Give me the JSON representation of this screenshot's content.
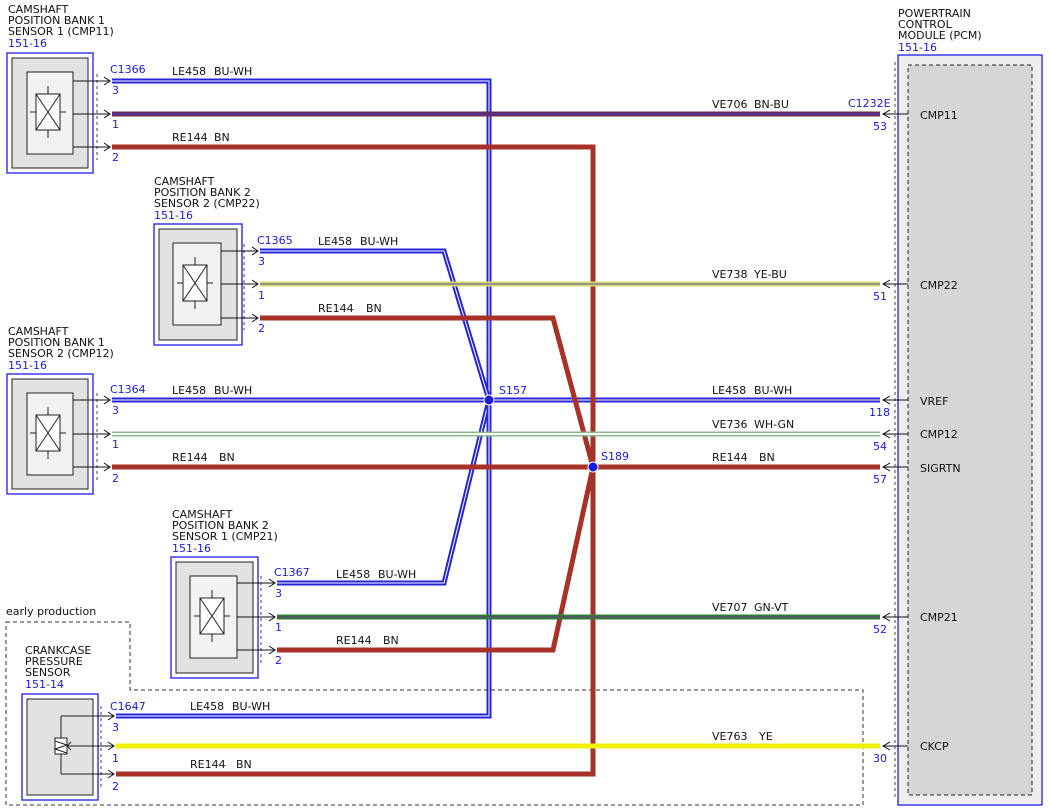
{
  "colors": {
    "blue_wire": "#2424d8",
    "purple_wire": "#6b2a52",
    "brown_wire": "#a83228",
    "yellow_wire": "#f0f000",
    "yellow_blue_wire": "#d8d860",
    "green_wire": "#2e7d32",
    "whitegreen_wire": "#88b888",
    "label_blue": "#1a1ae0",
    "splice": "#1a1ae0"
  },
  "sensors": {
    "cmp11": {
      "title_lines": [
        "CAMSHAFT",
        "POSITION BANK 1",
        "SENSOR 1 (CMP11)"
      ],
      "ref": "151-16",
      "connector": "C1366",
      "pins": [
        "3",
        "1",
        "2"
      ]
    },
    "cmp22": {
      "title_lines": [
        "CAMSHAFT",
        "POSITION BANK 2",
        "SENSOR 2 (CMP22)"
      ],
      "ref": "151-16",
      "connector": "C1365",
      "pins": [
        "3",
        "1",
        "2"
      ]
    },
    "cmp12": {
      "title_lines": [
        "CAMSHAFT",
        "POSITION BANK 1",
        "SENSOR 2 (CMP12)"
      ],
      "ref": "151-16",
      "connector": "C1364",
      "pins": [
        "3",
        "1",
        "2"
      ]
    },
    "cmp21": {
      "title_lines": [
        "CAMSHAFT",
        "POSITION BANK 2",
        "SENSOR 1 (CMP21)"
      ],
      "ref": "151-16",
      "connector": "C1367",
      "pins": [
        "3",
        "1",
        "2"
      ]
    },
    "ckcp": {
      "title_lines": [
        "CRANKCASE",
        "PRESSURE",
        "SENSOR"
      ],
      "ref": "151-14",
      "connector": "C1647",
      "pins": [
        "3",
        "1",
        "2"
      ],
      "variant_note": "early production"
    }
  },
  "pcm": {
    "title_lines": [
      "POWERTRAIN",
      "CONTROL",
      "MODULE (PCM)"
    ],
    "ref": "151-16",
    "connector": "C1232E",
    "pins": [
      {
        "num": "53",
        "name": "CMP11"
      },
      {
        "num": "51",
        "name": "CMP22"
      },
      {
        "num": "118",
        "name": "VREF"
      },
      {
        "num": "54",
        "name": "CMP12"
      },
      {
        "num": "57",
        "name": "SIGRTN"
      },
      {
        "num": "52",
        "name": "CMP21"
      },
      {
        "num": "30",
        "name": "CKCP"
      }
    ]
  },
  "splices": {
    "s157": "S157",
    "s189": "S189"
  },
  "wires": {
    "cmp11_vref": {
      "circuit": "LE458",
      "color": "BU-WH"
    },
    "cmp11_sig": {
      "circuit": "VE706",
      "color": "BN-BU"
    },
    "cmp11_rtn": {
      "circuit": "RE144",
      "color": "BN"
    },
    "cmp22_vref": {
      "circuit": "LE458",
      "color": "BU-WH"
    },
    "cmp22_sig": {
      "circuit": "VE738",
      "color": "YE-BU"
    },
    "cmp22_rtn": {
      "circuit": "RE144",
      "color": "BN"
    },
    "cmp12_vref": {
      "circuit": "LE458",
      "color": "BU-WH"
    },
    "pcm_vref": {
      "circuit": "LE458",
      "color": "BU-WH"
    },
    "cmp12_sig": {
      "circuit": "VE736",
      "color": "WH-GN"
    },
    "cmp12_rtn": {
      "circuit": "RE144",
      "color": "BN"
    },
    "pcm_rtn": {
      "circuit": "RE144",
      "color": "BN"
    },
    "cmp21_vref": {
      "circuit": "LE458",
      "color": "BU-WH"
    },
    "cmp21_sig": {
      "circuit": "VE707",
      "color": "GN-VT"
    },
    "cmp21_rtn": {
      "circuit": "RE144",
      "color": "BN"
    },
    "ckcp_vref": {
      "circuit": "LE458",
      "color": "BU-WH"
    },
    "ckcp_sig": {
      "circuit": "VE763",
      "color": "YE"
    },
    "ckcp_rtn": {
      "circuit": "RE144",
      "color": "BN"
    }
  }
}
